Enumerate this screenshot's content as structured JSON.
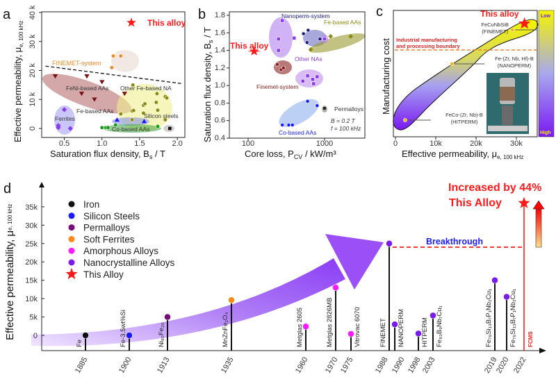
{
  "panels": {
    "a": "a",
    "b": "b",
    "c": "c",
    "d": "d"
  },
  "colors": {
    "accent_red": "#ff1a1a",
    "purple": "#8b3cf7",
    "blue_text": "#1a1aff",
    "orange": "#f08a24"
  },
  "chart_data": [
    {
      "panel": "a",
      "type": "scatter",
      "xlabel": "Saturation flux density, B",
      "xlabel_sub": "s",
      "xlabel_unit": " / T",
      "ylabel": "Effective permeability, μ",
      "ylabel_sub": "e, 100 kHz",
      "xlim": [
        0.2,
        2.1
      ],
      "ylim": [
        -2000,
        40000
      ],
      "xticks": [
        "0.5",
        "1.0",
        "1.5",
        "2.0"
      ],
      "xtick_values": [
        0.5,
        1.0,
        1.5,
        2.0
      ],
      "yticks": [
        "0",
        "10 k",
        "20 k",
        "30 k",
        "40 k"
      ],
      "ytick_values": [
        0,
        10000,
        20000,
        30000,
        40000
      ],
      "groups": [
        {
          "name": "This alloy",
          "color": "#ff1a1a",
          "marker": "star",
          "points": [
            [
              1.39,
              36500
            ]
          ]
        },
        {
          "name": "FINEMET-system",
          "color": "#f08a24",
          "marker": "circle",
          "points": [
            [
              1.15,
              25000
            ],
            [
              1.25,
              25000
            ],
            [
              1.13,
              21000
            ]
          ]
        },
        {
          "name": "FeNi-based AAs",
          "color": "#7a1010",
          "marker": "tri-down",
          "points": [
            [
              0.38,
              18000
            ],
            [
              0.8,
              18000
            ],
            [
              1.0,
              16000
            ],
            [
              0.73,
              12000
            ],
            [
              0.9,
              10000
            ],
            [
              1.3,
              12000
            ]
          ]
        },
        {
          "name": "Ferrites",
          "color": "#8a3cf0",
          "marker": "diamond",
          "points": [
            [
              0.5,
              6500
            ],
            [
              0.42,
              1000
            ],
            [
              0.42,
              300
            ],
            [
              0.58,
              0
            ]
          ]
        },
        {
          "name": "Fe-based AAs",
          "color": "#1a1aff",
          "marker": "tri-up",
          "points": [
            [
              1.2,
              3000
            ],
            [
              1.56,
              2500
            ]
          ]
        },
        {
          "name": "Co-based AAs",
          "color": "#1a9a1a",
          "marker": "circle",
          "points": [
            [
              1.0,
              300
            ],
            [
              1.05,
              300
            ],
            [
              1.08,
              300
            ],
            [
              1.18,
              1200
            ],
            [
              1.74,
              700
            ]
          ]
        },
        {
          "name": "Other Fe-based NA",
          "color": "#8a8a10",
          "marker": "circle",
          "points": [
            [
              1.41,
              15000
            ],
            [
              1.73,
              12000
            ],
            [
              1.84,
              11000
            ],
            [
              1.86,
              10500
            ],
            [
              1.72,
              9000
            ],
            [
              1.55,
              8000
            ],
            [
              1.57,
              8500
            ],
            [
              1.74,
              6300
            ],
            [
              1.4,
              6000
            ],
            [
              1.42,
              6200
            ],
            [
              1.55,
              5300
            ],
            [
              1.25,
              5000
            ],
            [
              1.4,
              3000
            ],
            [
              1.84,
              3000
            ]
          ]
        },
        {
          "name": "Silicon steels",
          "color": "#111111",
          "marker": "square",
          "points": [
            [
              1.9,
              0
            ]
          ]
        }
      ],
      "boundary_line": [
        [
          0.25,
          21500
        ],
        [
          2.05,
          15500
        ]
      ]
    },
    {
      "panel": "b",
      "type": "scatter",
      "xlabel": "Core loss, P",
      "xlabel_sub": "CV",
      "xlabel_unit": " / kW/m³",
      "ylabel": "Saturation flux density, B",
      "ylabel_sub": "s",
      "ylabel_unit": " / T",
      "xscale": "log",
      "xlim": [
        50,
        4000
      ],
      "ylim": [
        0.4,
        1.85
      ],
      "xticks": [
        "100",
        "1000"
      ],
      "xtick_values": [
        100,
        1000
      ],
      "yticks": [
        "0.4",
        "0.6",
        "0.8",
        "1.0",
        "1.2",
        "1.4",
        "1.6",
        "1.8"
      ],
      "ytick_values": [
        0.4,
        0.6,
        0.8,
        1.0,
        1.2,
        1.4,
        1.6,
        1.8
      ],
      "annotation": [
        "B = 0.2 T",
        "f  = 100 kHz"
      ],
      "groups": [
        {
          "name": "This alloy",
          "color": "#ff1a1a",
          "marker": "star",
          "points": [
            [
              120,
              1.39
            ]
          ]
        },
        {
          "name": "Nanoperm-system",
          "color": "#1a1a8a",
          "marker": "circle",
          "points": [
            [
              530,
              1.59
            ],
            [
              610,
              1.63
            ],
            [
              590,
              1.49
            ],
            [
              870,
              1.53
            ]
          ]
        },
        {
          "name": "Other NAs",
          "color": "#8a3cf0",
          "marker": "square",
          "points": [
            [
              280,
              1.74
            ],
            [
              250,
              1.53
            ],
            [
              250,
              1.4
            ],
            [
              400,
              1.54
            ],
            [
              1000,
              1.53
            ],
            [
              520,
              1.05
            ],
            [
              600,
              1.11
            ],
            [
              700,
              1.07
            ],
            [
              720,
              1.02
            ],
            [
              800,
              1.1
            ]
          ]
        },
        {
          "name": "Fe-based AAs",
          "color": "#8a8a10",
          "marker": "diamond",
          "points": [
            [
              660,
              1.41
            ],
            [
              1200,
              1.56
            ],
            [
              2200,
              1.56
            ]
          ]
        },
        {
          "name": "Finemet-system",
          "color": "#8a1a1a",
          "marker": "circle",
          "points": [
            [
              240,
              1.24
            ],
            [
              270,
              1.18
            ],
            [
              290,
              1.2
            ]
          ]
        },
        {
          "name": "Co-based AAs",
          "color": "#1a1aff",
          "marker": "circle",
          "points": [
            [
              280,
              0.55
            ],
            [
              340,
              0.55
            ],
            [
              380,
              0.55
            ],
            [
              600,
              0.82
            ],
            [
              800,
              0.77
            ]
          ]
        },
        {
          "name": "Permalloys",
          "color": "#222222",
          "marker": "square",
          "points": [
            [
              1000,
              0.74
            ]
          ]
        }
      ]
    },
    {
      "panel": "c",
      "type": "scatter",
      "xlabel": "Effective permeability, μ",
      "xlabel_sub": "e, 100 kHz",
      "ylabel": "Manufacturing  cost",
      "xlim": [
        -500,
        35500
      ],
      "xticks": [
        "0",
        "10k",
        "20k",
        "30k"
      ],
      "xtick_values": [
        0,
        10000,
        20000,
        30000
      ],
      "colorbar": {
        "top": "Low",
        "bottom": "High"
      },
      "boundary_label": [
        "Industrial manufacturing",
        "and processing boundary"
      ],
      "points": [
        {
          "name": "This alloy",
          "x": 32000,
          "marker": "star",
          "label": [
            "This alloy"
          ]
        },
        {
          "name": "FINEMET",
          "x": 29000,
          "marker": "circle",
          "label": [
            "FeCuNbSiB",
            "(FINEMET)"
          ]
        },
        {
          "name": "NANOPERM",
          "x": 14000,
          "marker": "circle",
          "label": [
            "Fe-(Zr, Nb, Hf)-B",
            "(NANOPERM)"
          ]
        },
        {
          "name": "HITPERM",
          "x": 2400,
          "marker": "circle",
          "label": [
            "FeCo-(Zr, Nb)-B",
            "(HITPERM)"
          ]
        }
      ]
    },
    {
      "panel": "d",
      "type": "scatter",
      "ylabel": "Effective permeability, μ",
      "ylabel_sub": "e, 100 kHz",
      "ylim": [
        -4000,
        38000
      ],
      "yticks": [
        "0",
        "5k",
        "10k",
        "15k",
        "20k",
        "25k",
        "30k",
        "35k"
      ],
      "ytick_values": [
        0,
        5000,
        10000,
        15000,
        20000,
        25000,
        30000,
        35000
      ],
      "legend": [
        {
          "name": "Iron",
          "color": "#111111",
          "marker": "circle"
        },
        {
          "name": "Silicon Steels",
          "color": "#1a1aff",
          "marker": "circle"
        },
        {
          "name": "Permalloys",
          "color": "#7a0a7a",
          "marker": "circle"
        },
        {
          "name": "Soft Ferrites",
          "color": "#ff8a1a",
          "marker": "circle"
        },
        {
          "name": "Amorphous Alloys",
          "color": "#ff1aff",
          "marker": "circle"
        },
        {
          "name": "Nanocrystalline Alloys",
          "color": "#7a1aee",
          "marker": "circle"
        },
        {
          "name": "This Alloy",
          "color": "#ff1a1a",
          "marker": "star"
        }
      ],
      "legend_placement": "top-left",
      "points": [
        {
          "year": 1885,
          "value": 0,
          "label": "Fe",
          "category": "Iron"
        },
        {
          "year": 1900,
          "value": 0,
          "label": "Fe-3.5wt%Si",
          "category": "Silicon Steels"
        },
        {
          "year": 1913,
          "value": 5000,
          "label": "Ni₈₀Fe₂₀",
          "category": "Permalloys"
        },
        {
          "year": 1935,
          "value": 9600,
          "label": "MnZnFe₂O₄",
          "category": "Soft Ferrites"
        },
        {
          "year": 1960,
          "value": 2400,
          "label": "Metglas 2605",
          "category": "Amorphous Alloys"
        },
        {
          "year": 1970,
          "value": 13000,
          "label": "Metglas 2826MB",
          "category": "Amorphous Alloys"
        },
        {
          "year": 1975,
          "value": 400,
          "label": "Vitrovac 6070",
          "category": "Amorphous Alloys"
        },
        {
          "year": 1988,
          "value": 25000,
          "label": "FINEMET",
          "category": "Nanocrystalline Alloys"
        },
        {
          "year": 1990,
          "value": 3000,
          "label": "NANOPERM",
          "category": "Nanocrystalline Alloys"
        },
        {
          "year": 1998,
          "value": 500,
          "label": "HITPERM",
          "category": "Nanocrystalline Alloys"
        },
        {
          "year": 2003,
          "value": 5400,
          "label": "Fe₈₃B₉Nb₇Cu₁",
          "category": "Nanocrystalline Alloys"
        },
        {
          "year": 2019,
          "value": 15000,
          "label": "Fe₇₆Si₁₃B₇P₁Nb₂Cu₁",
          "category": "Nanocrystalline Alloys"
        },
        {
          "year": 2020,
          "value": 10500,
          "label": "Fe₇₆Si₁₃B₇P₁Nb₂Cu₁",
          "category": "Nanocrystalline Alloys"
        },
        {
          "year": 2022,
          "value": 36000,
          "label": "FCMS",
          "category": "This Alloy"
        }
      ],
      "xticks": [
        "1885",
        "1900",
        "1913",
        "1935",
        "1960",
        "1970",
        "1975",
        "1988",
        "1990",
        "1998",
        "2003",
        "2019",
        "2020",
        "2022"
      ],
      "annotations": {
        "breakthrough": "Breakthrough",
        "increase": "Increased by 44%",
        "this_alloy": "This Alloy"
      }
    }
  ],
  "labels_a": {
    "this_alloy": "This alloy",
    "finemet": "FINEMET-system",
    "feni": "FeNi-based AAs",
    "other": "Other Fe-based NA",
    "feaa": "Fe-based AAs",
    "si": "Silicon steels",
    "ferrites": "Ferrites",
    "co": "Co-based AAs"
  },
  "labels_b": {
    "this_alloy": "This alloy",
    "nanoperm": "Nanoperm-system",
    "feaa": "Fe-based AAs",
    "othernas": "Other NAs",
    "finemet": "Finemet-system",
    "permalloys": "Permalloys",
    "co": "Co-based AAs"
  }
}
